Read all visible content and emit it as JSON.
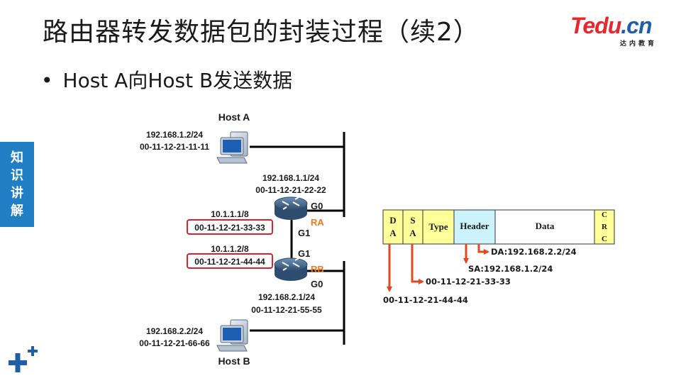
{
  "slide": {
    "title": "路由器转发数据包的封装过程（续2）",
    "bullet": "Host A向Host B发送数据"
  },
  "logo": {
    "main": "Tedu",
    "dot_cn": ".cn",
    "sub": "达内教育"
  },
  "side_tab": {
    "chars": [
      "知",
      "识",
      "讲",
      "解"
    ]
  },
  "colors": {
    "accent_blue": "#1f7ec4",
    "arrow_red": "#e0481f",
    "router_orange": "#e87a22",
    "header_cyan": "#ccf2fb",
    "frame_yellow": "#ffff99"
  },
  "diagram": {
    "host_a": {
      "name": "Host A",
      "ip": "192.168.1.2/24",
      "mac": "00-11-12-21-11-11"
    },
    "host_b": {
      "name": "Host B",
      "ip": "192.168.2.2/24",
      "mac": "00-11-12-21-66-66"
    },
    "ra": {
      "name": "RA",
      "g0_label": "G0",
      "g0_ip": "192.168.1.1/24",
      "g0_mac": "00-11-12-21-22-22",
      "g1_label": "G1",
      "g1_ip": "10.1.1.1/8",
      "g1_mac": "00-11-12-21-33-33"
    },
    "rb": {
      "name": "RB",
      "g1_label": "G1",
      "g1_ip": "10.1.1.2/8",
      "g1_mac": "00-11-12-21-44-44",
      "g0_label": "G0",
      "g0_ip": "192.168.2.1/24",
      "g0_mac": "00-11-12-21-55-55"
    }
  },
  "frame": {
    "fields": [
      {
        "label": [
          "D",
          "A"
        ],
        "color": "#ffff99"
      },
      {
        "label": [
          "S",
          "A"
        ],
        "color": "#ffff99"
      },
      {
        "label": [
          "Type"
        ],
        "color": "#ffff99"
      },
      {
        "label": [
          "Header"
        ],
        "color": "#ccf2fb"
      },
      {
        "label": [
          "Data"
        ],
        "color": "#ffffff"
      },
      {
        "label": [
          "C",
          "R",
          "C"
        ],
        "color": "#ffff99"
      }
    ],
    "annotations": {
      "header_da": "DA:192.168.2.2/24",
      "header_sa": "SA:192.168.1.2/24",
      "frame_sa": "00-11-12-21-33-33",
      "frame_da": "00-11-12-21-44-44"
    }
  }
}
